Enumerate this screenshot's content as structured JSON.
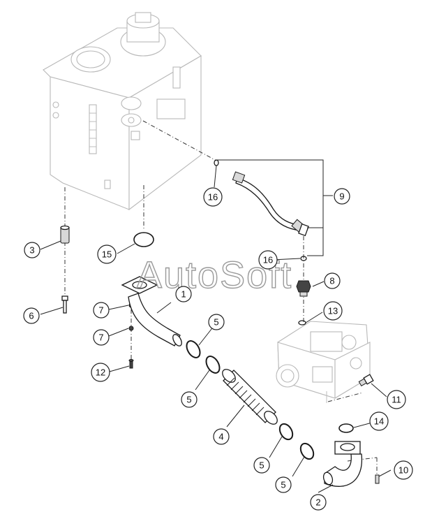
{
  "watermark": "AutoSoft",
  "callouts": [
    {
      "id": "callout-1",
      "label": "1"
    },
    {
      "id": "callout-2",
      "label": "2"
    },
    {
      "id": "callout-3",
      "label": "3"
    },
    {
      "id": "callout-4",
      "label": "4"
    },
    {
      "id": "callout-5a",
      "label": "5"
    },
    {
      "id": "callout-5b",
      "label": "5"
    },
    {
      "id": "callout-5c",
      "label": "5"
    },
    {
      "id": "callout-5d",
      "label": "5"
    },
    {
      "id": "callout-6",
      "label": "6"
    },
    {
      "id": "callout-7a",
      "label": "7"
    },
    {
      "id": "callout-7b",
      "label": "7"
    },
    {
      "id": "callout-8",
      "label": "8"
    },
    {
      "id": "callout-9",
      "label": "9"
    },
    {
      "id": "callout-10",
      "label": "10"
    },
    {
      "id": "callout-11",
      "label": "11"
    },
    {
      "id": "callout-12",
      "label": "12"
    },
    {
      "id": "callout-13",
      "label": "13"
    },
    {
      "id": "callout-14",
      "label": "14"
    },
    {
      "id": "callout-15",
      "label": "15"
    },
    {
      "id": "callout-16a",
      "label": "16"
    },
    {
      "id": "callout-16b",
      "label": "16"
    }
  ]
}
